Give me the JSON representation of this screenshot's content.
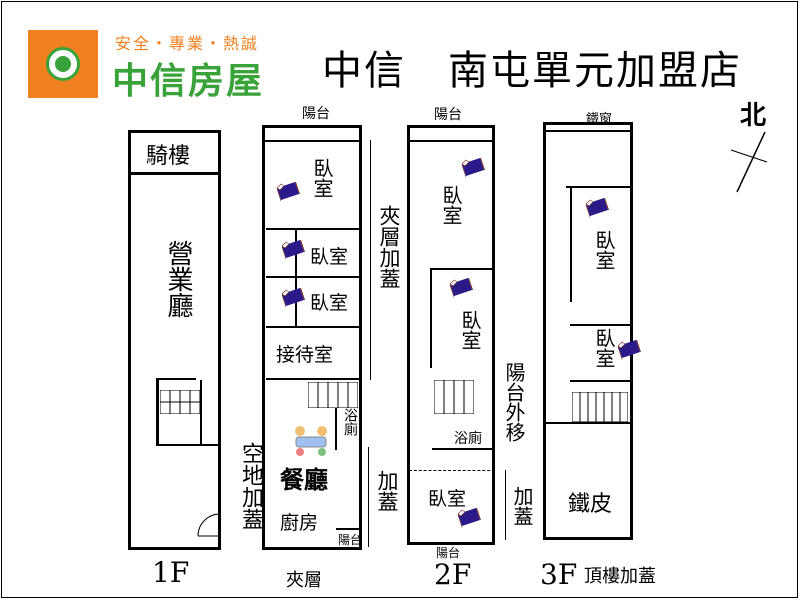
{
  "header": {
    "slogan": "安全・專業・熱誠",
    "brand": "中信房屋",
    "store": "中信　南屯單元加盟店",
    "north": "北"
  },
  "floor1": {
    "arcade": "騎樓",
    "hall": "營業廳",
    "vacant": "空地加蓋",
    "label": "1F"
  },
  "mezzanine": {
    "balcony": "陽台",
    "bed1": "臥室",
    "bed2": "臥室",
    "bed3": "臥室",
    "reception": "接待室",
    "bath": "浴廁",
    "dining": "餐廳",
    "kitchen": "廚房",
    "balcony_bottom": "陽台",
    "ext_top": "夾層加蓋",
    "ext_bottom": "加蓋",
    "label": "夾層"
  },
  "floor2": {
    "balcony_top": "陽台",
    "bed1": "臥室",
    "bed2": "臥室",
    "bath": "浴廁",
    "balcony_move": "陽台外移",
    "bed3": "臥室",
    "ext": "加蓋",
    "balcony_bottom": "陽台",
    "label": "2F"
  },
  "floor3": {
    "window": "鐵窗",
    "bed1": "臥室",
    "bed2": "臥室",
    "iron": "鐵皮",
    "label": "3F",
    "roof": "頂樓加蓋"
  },
  "colors": {
    "orange": "#f08020",
    "green": "#39a33a",
    "bed": "#7a2a1a",
    "blanket": "#2a1a8a"
  }
}
